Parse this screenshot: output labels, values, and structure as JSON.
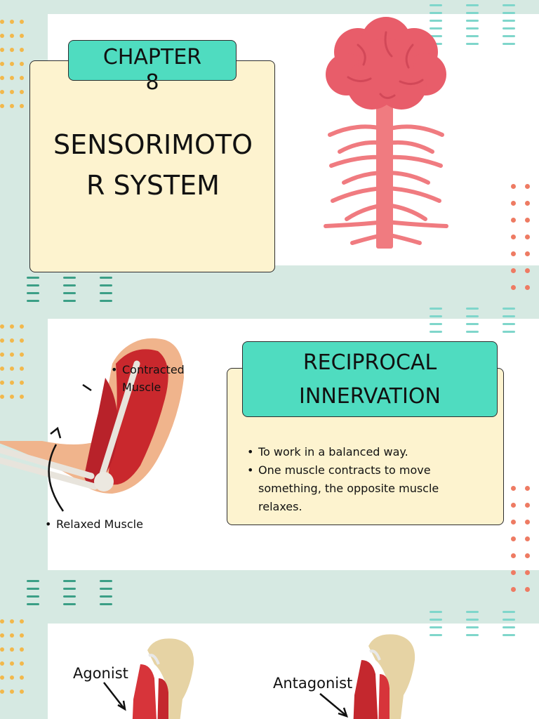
{
  "slide1": {
    "chapter_label": "CHAPTER 8",
    "title": "SENSORIMOTOR SYSTEM"
  },
  "slide2": {
    "title": "RECIPROCAL INNERVATION",
    "bullets": [
      "To work in a balanced way.",
      "One muscle contracts to move something, the opposite muscle relaxes."
    ],
    "label_contracted": "Contracted Muscle",
    "label_relaxed": "Relaxed Muscle"
  },
  "slide3": {
    "label_agonist": "Agonist",
    "label_antagonist": "Antagonist"
  },
  "colors": {
    "mint": "#4fdcc0",
    "cream": "#fdf3cf",
    "frame": "#d6e9e2",
    "brain": "#e85d6a",
    "nerve": "#f07b80"
  },
  "icons": [
    "brain-spinal-cord-icon",
    "flexed-arm-muscle-icon",
    "shoulder-muscle-icon"
  ]
}
